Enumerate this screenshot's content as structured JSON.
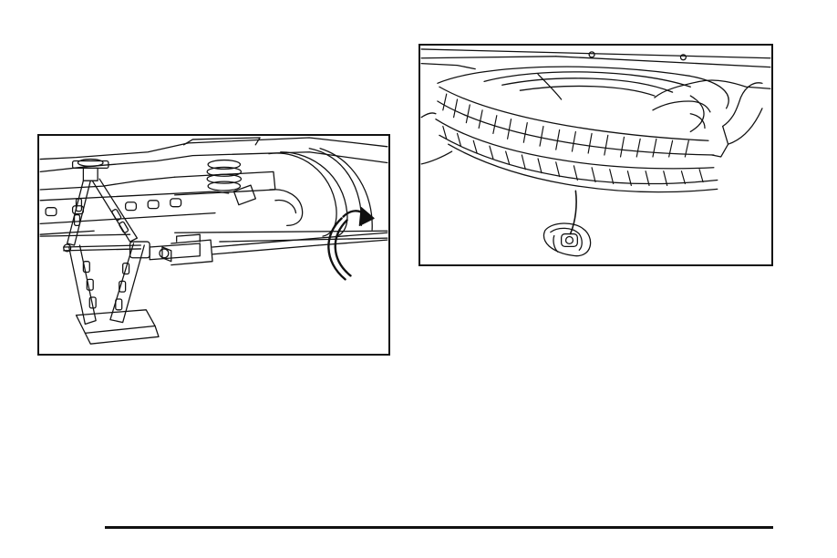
{
  "page": {
    "figures": [
      {
        "id": "jack-illustration",
        "icon": "scissor-jack-under-vehicle-with-rotation-arrow"
      },
      {
        "id": "spare-tire-illustration",
        "icon": "spare-tire-lowered-on-cable-from-underbody"
      }
    ],
    "footer_rule_color": "#111111"
  }
}
